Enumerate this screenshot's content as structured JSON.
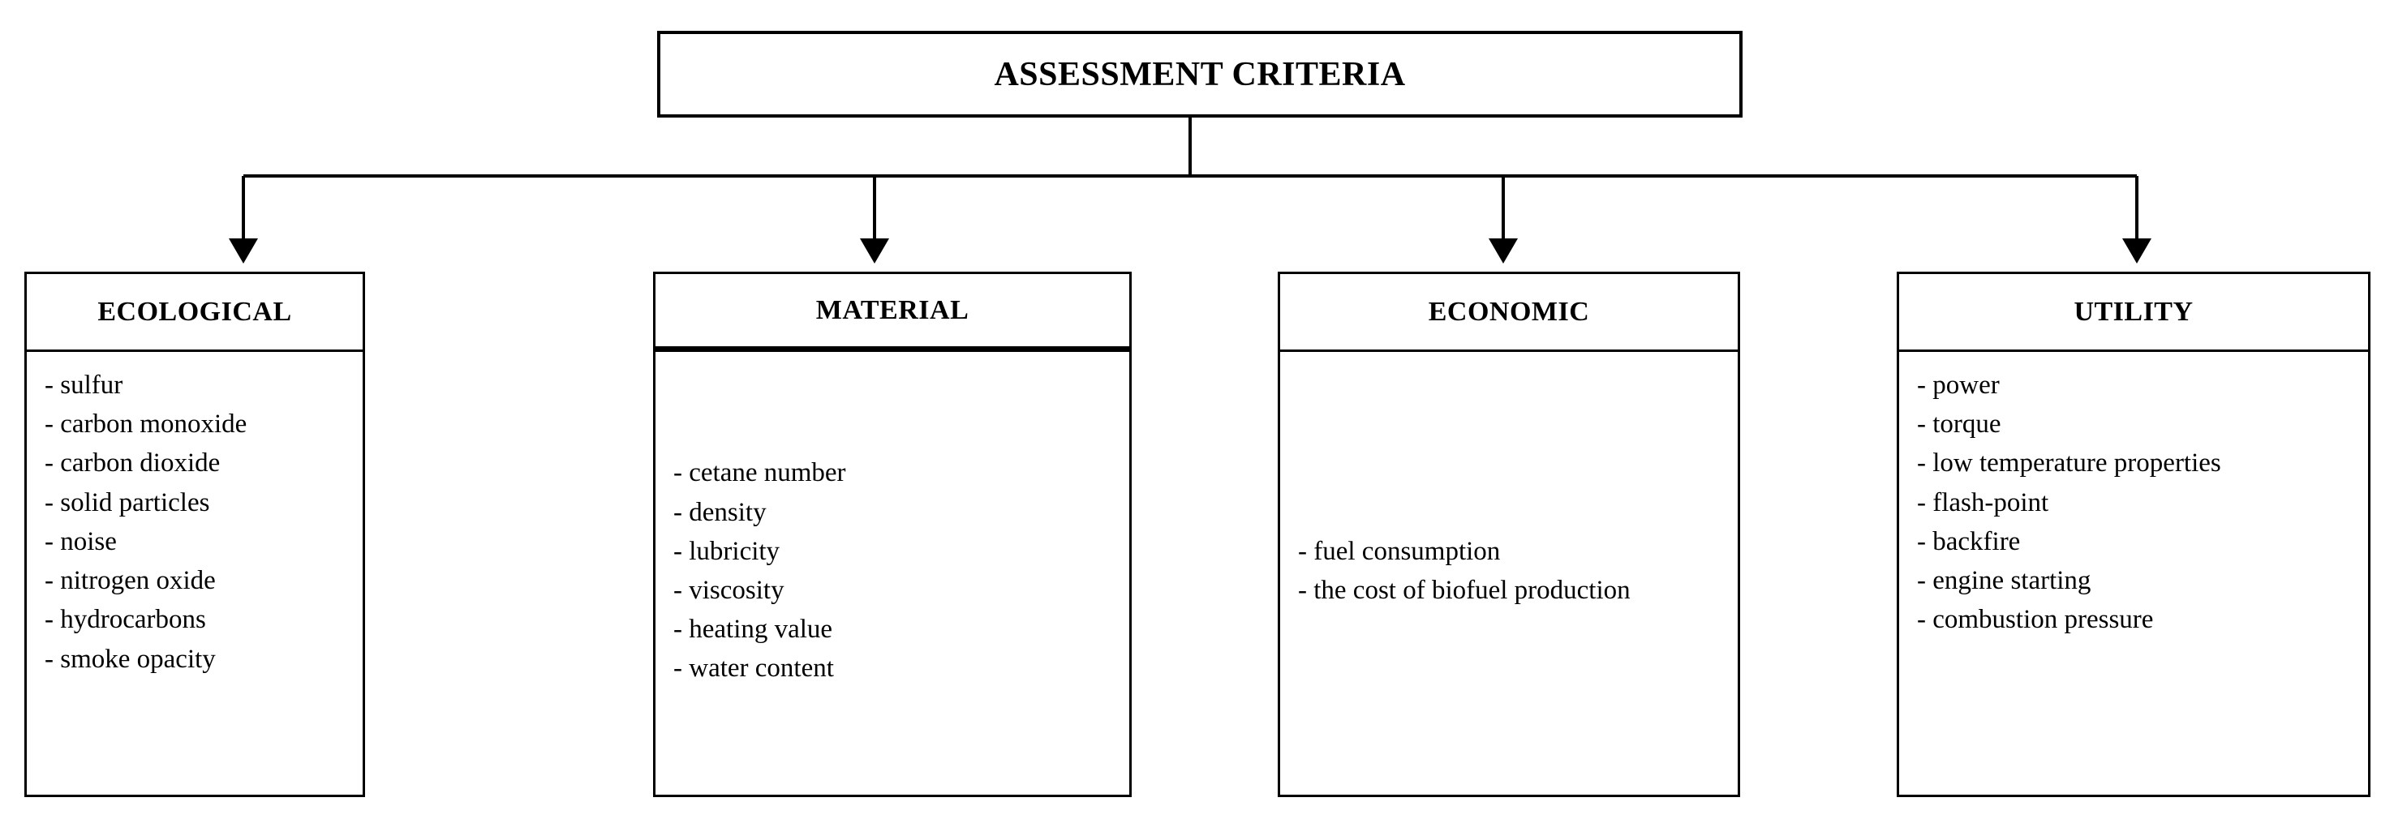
{
  "diagram": {
    "root": {
      "title": "ASSESSMENT CRITERIA"
    },
    "categories": [
      {
        "id": "ecological",
        "title": "ECOLOGICAL",
        "items": [
          "- sulfur",
          "- carbon monoxide",
          "- carbon dioxide",
          "- solid particles",
          "- noise",
          "- nitrogen oxide",
          "- hydrocarbons",
          "- smoke opacity"
        ]
      },
      {
        "id": "material",
        "title": "MATERIAL",
        "items": [
          "- cetane number",
          "- density",
          "- lubricity",
          "- viscosity",
          "- heating value",
          "- water content"
        ]
      },
      {
        "id": "economic",
        "title": "ECONOMIC",
        "items": [
          "- fuel consumption",
          "- the cost of biofuel production"
        ]
      },
      {
        "id": "utility",
        "title": "UTILITY",
        "items": [
          "- power",
          "- torque",
          "- low temperature properties",
          "- flash-point",
          "- backfire",
          "- engine starting",
          "- combustion pressure"
        ]
      }
    ],
    "colors": {
      "line": "#000000",
      "background": "#ffffff",
      "text": "#000000"
    }
  }
}
